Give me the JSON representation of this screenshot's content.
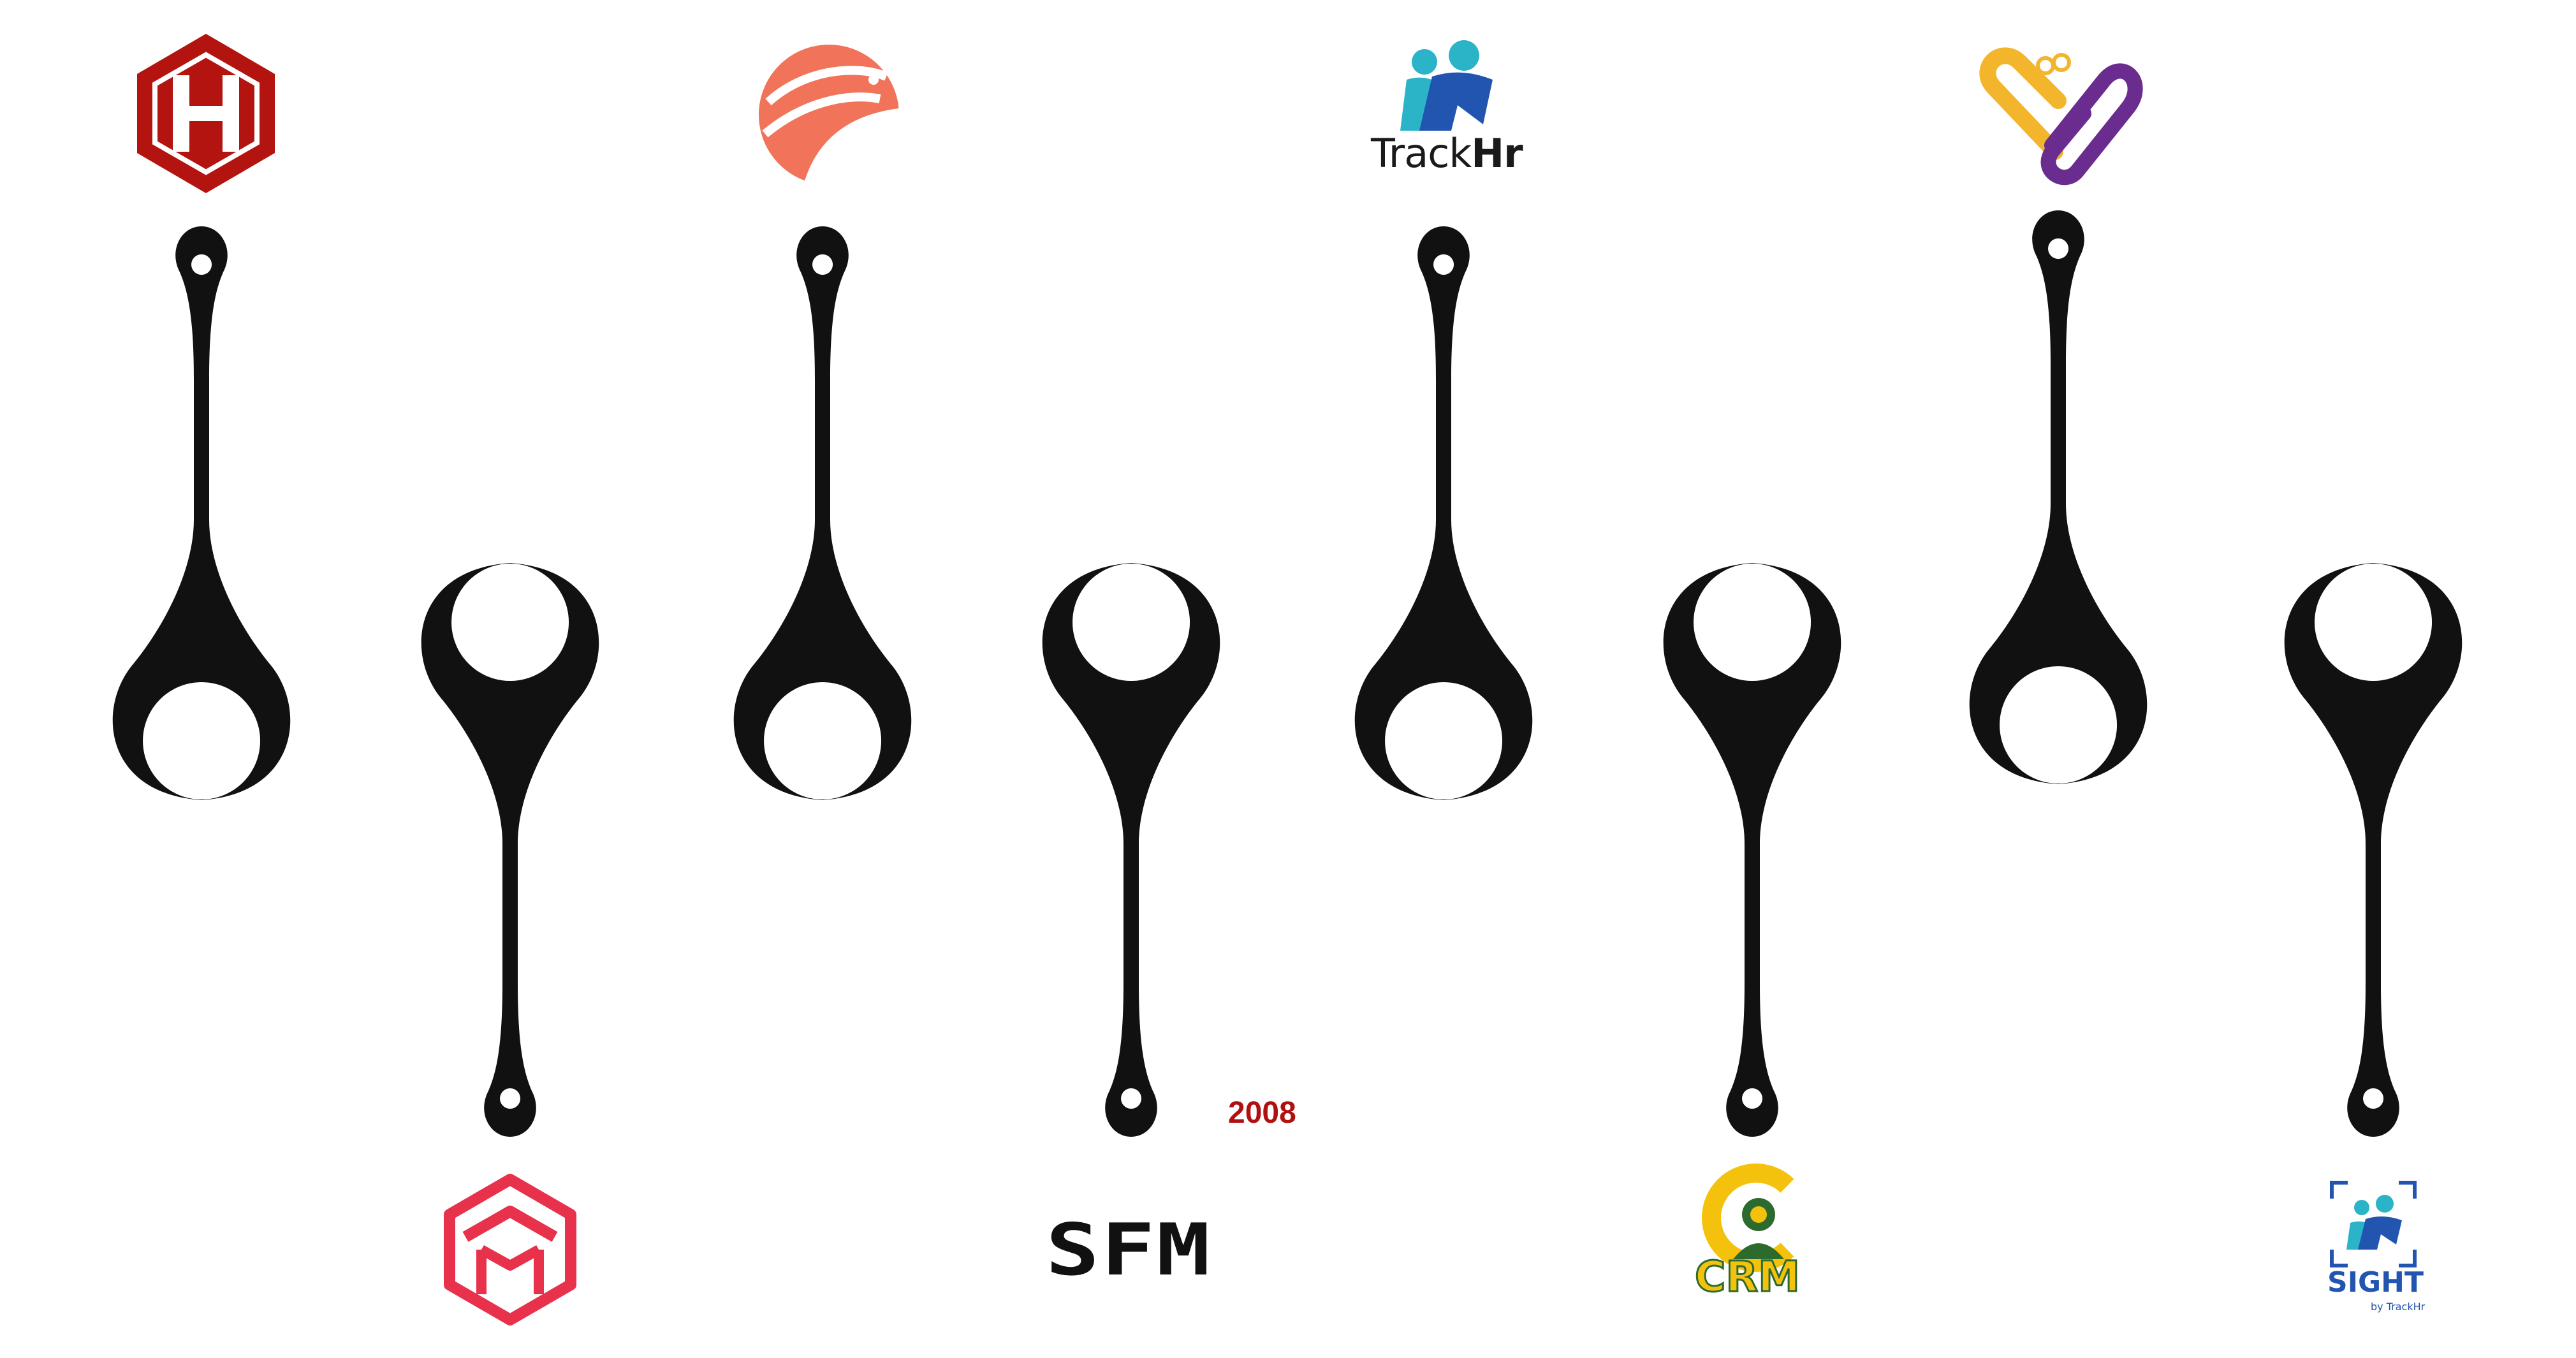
{
  "timeline": {
    "year_label": "2008",
    "colors": {
      "connector": "#111111",
      "year": "#b01010",
      "hx_red": "#b3140f",
      "eagle_orange": "#f1745a",
      "box_red": "#e8324c",
      "trackhr_teal": "#2bb3c8",
      "trackhr_blue": "#2255b0",
      "love_yellow": "#f2b52b",
      "love_purple": "#6a2c8e",
      "crm_yellow": "#f4c20d",
      "crm_green": "#2d6a2d"
    },
    "logos": [
      {
        "name": "hx-hexagon-logo",
        "text": ""
      },
      {
        "name": "cube-box-logo",
        "text": ""
      },
      {
        "name": "eagle-logo",
        "text": ""
      },
      {
        "name": "sfm-logo",
        "text": "SFM"
      },
      {
        "name": "trackhr-logo",
        "text_light": "Track",
        "text_bold": "Hr"
      },
      {
        "name": "crm-logo",
        "text": "CRM"
      },
      {
        "name": "heart-link-logo",
        "text": ""
      },
      {
        "name": "sight-logo",
        "text": "SIGHT",
        "subtext": "by TrackHr"
      }
    ]
  }
}
